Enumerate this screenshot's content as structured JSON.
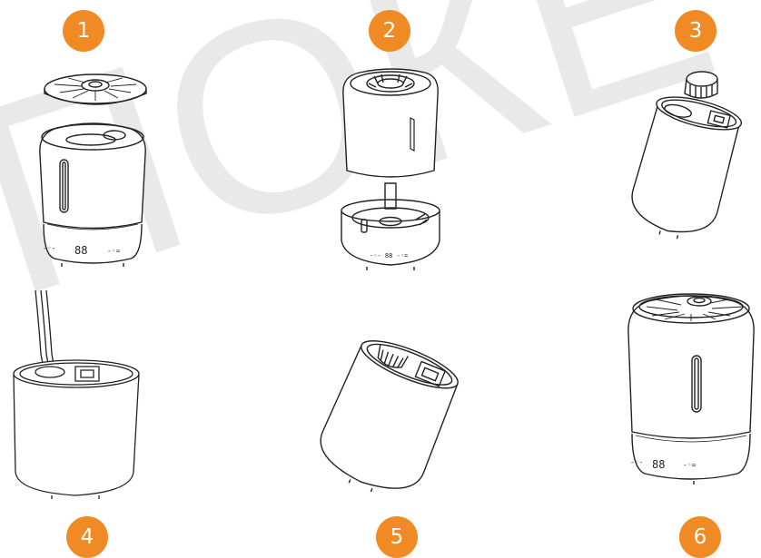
{
  "accent_color": "#F08A24",
  "steps": [
    {
      "number": "1"
    },
    {
      "number": "2"
    },
    {
      "number": "3"
    },
    {
      "number": "4"
    },
    {
      "number": "5"
    },
    {
      "number": "6"
    }
  ],
  "display": {
    "digits": "88"
  },
  "watermark_text": "ПОКЕ"
}
